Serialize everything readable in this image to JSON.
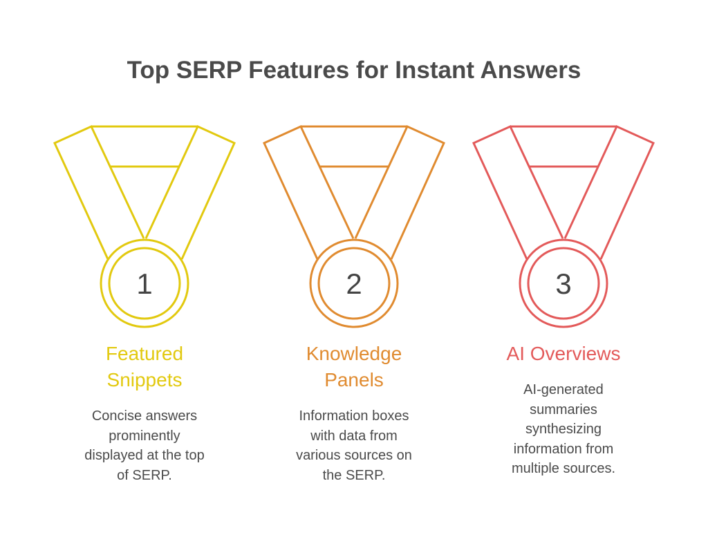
{
  "title": "Top SERP Features for Instant Answers",
  "items": [
    {
      "rank": "1",
      "color": "#E2C90F",
      "heading": [
        "Featured",
        "Snippets"
      ],
      "description": [
        "Concise answers",
        "prominently",
        "displayed at the top",
        "of SERP."
      ]
    },
    {
      "rank": "2",
      "color": "#E08B30",
      "heading": [
        "Knowledge",
        "Panels"
      ],
      "description": [
        "Information boxes",
        "with data from",
        "various sources on",
        "the SERP."
      ]
    },
    {
      "rank": "3",
      "color": "#E35A5A",
      "heading": [
        "AI Overviews"
      ],
      "description": [
        "AI-generated",
        "summaries",
        "synthesizing",
        "information from",
        "multiple sources."
      ]
    }
  ]
}
